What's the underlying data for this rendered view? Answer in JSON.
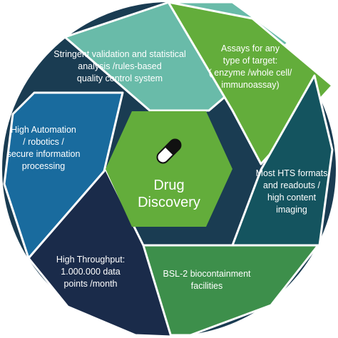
{
  "colors": {
    "outer_ring": "#1a3c52",
    "segment_teal": "#69bba9",
    "segment_light_green": "#63ad3b",
    "segment_dark_teal": "#14545f",
    "segment_green": "#3d8f4b",
    "segment_navy": "#1a2b4a",
    "segment_blue": "#196b9e",
    "hexagon": "#63ad3b",
    "text": "#ffffff"
  },
  "center": {
    "icon": "capsule-icon",
    "title_line1": "Drug",
    "title_line2": "Discovery"
  },
  "segments": [
    {
      "id": "top",
      "lines": [
        "Stringent validation and statistical",
        "analysis /rules-based",
        "quality control system"
      ]
    },
    {
      "id": "upper-right",
      "lines": [
        "Assays for any",
        "type of target:",
        "( enzyme /whole cell/",
        "immunoassay)"
      ]
    },
    {
      "id": "lower-right",
      "lines": [
        "Most HTS formats",
        "and readouts /",
        "high content",
        "imaging"
      ]
    },
    {
      "id": "bottom",
      "lines": [
        "BSL-2 biocontainment",
        "facilities"
      ]
    },
    {
      "id": "lower-left",
      "lines": [
        "High Throughput:",
        "1.000.000 data",
        "points /month"
      ]
    },
    {
      "id": "upper-left",
      "lines": [
        "High Automation",
        "/ robotics /",
        "secure information",
        "processing"
      ]
    }
  ]
}
